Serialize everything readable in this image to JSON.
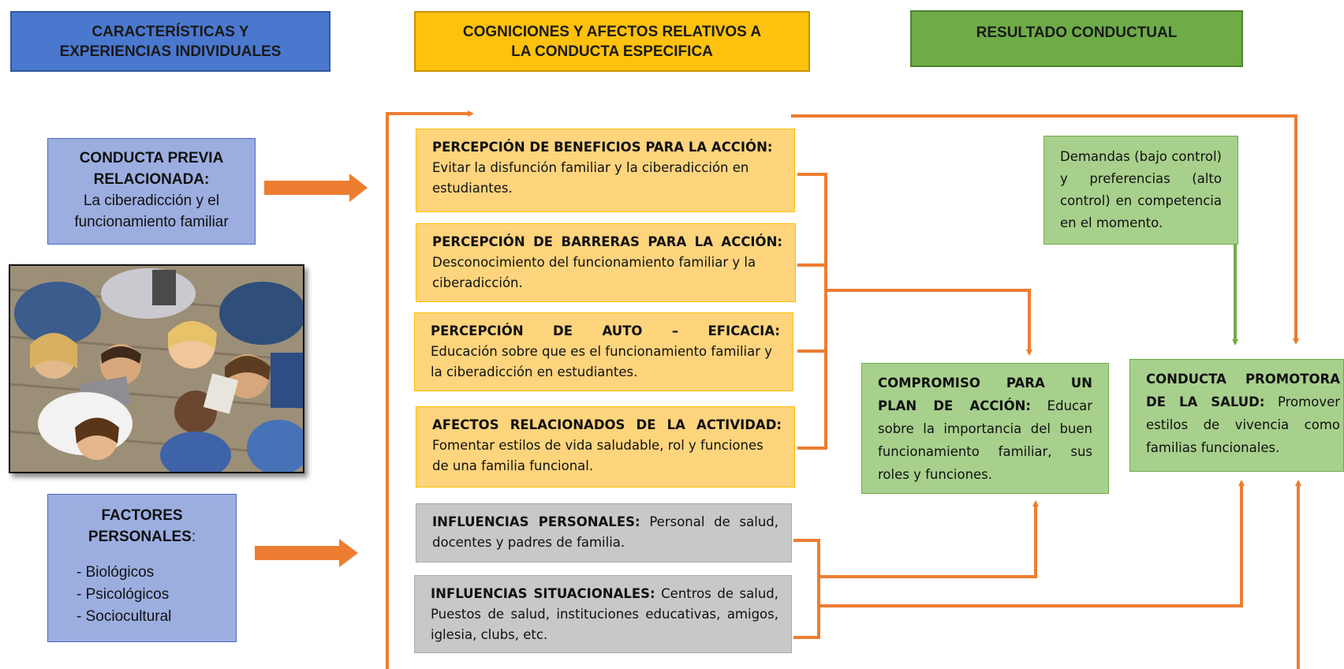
{
  "headers": {
    "individual": "CARACTERÍSTICAS Y EXPERIENCIAS INDIVIDUALES",
    "cognitions": "COGNICIONES Y AFECTOS RELATIVOS A LA CONDUCTA ESPECIFICA",
    "result": "RESULTADO CONDUCTUAL"
  },
  "left": {
    "previous_title": "CONDUCTA PREVIA RELACIONADA:",
    "previous_text": "La ciberadicción y el funcionamiento familiar",
    "factors_title": "FACTORES PERSONALES",
    "factors_colon": ":",
    "factors_items": [
      "- Biológicos",
      "- Psicológicos",
      "- Sociocultural"
    ]
  },
  "middle": {
    "benefits_title": "PERCEPCIÓN DE BENEFICIOS PARA LA ACCIÓN:",
    "benefits_text": "Evitar la disfunción familiar y la ciberadicción en estudiantes.",
    "barriers_title": "PERCEPCIÓN DE BARRERAS PARA LA ACCIÓN:",
    "barriers_text": "Desconocimiento del funcionamiento familiar y la ciberadicción.",
    "efficacy_title": "PERCEPCIÓN DE AUTO – EFICACIA:",
    "efficacy_text": "Educación sobre que es el funcionamiento familiar y la ciberadicción en estudiantes.",
    "affects_title": "AFECTOS RELACIONADOS DE LA ACTIVIDAD:",
    "affects_text": "Fomentar estilos de vida saludable, rol y funciones de una familia funcional.",
    "personal_title": "INFLUENCIAS PERSONALES:",
    "personal_text": "Personal de salud, docentes y padres de familia.",
    "situational_title": "INFLUENCIAS SITUACIONALES:",
    "situational_text": "Centros de salud, Puestos de salud, instituciones educativas, amigos, iglesia, clubs, etc."
  },
  "right": {
    "demands_text": "Demandas (bajo control) y preferencias (alto control) en competencia en el momento.",
    "commitment_title": "COMPROMISO PARA UN PLAN DE ACCIÓN:",
    "commitment_text": "Educar sobre la importancia del buen funcionamiento familiar, sus roles y funciones.",
    "promoting_title": "CONDUCTA PROMOTORA DE LA SALUD:",
    "promoting_text": "Promover estilos de vivencia como familias funcionales."
  },
  "colors": {
    "arrow_orange": "#ed7d31",
    "arrow_green": "#70ad47",
    "header_blue": "#4a78cf",
    "header_yellow": "#fec10d",
    "header_green": "#6eac47"
  }
}
